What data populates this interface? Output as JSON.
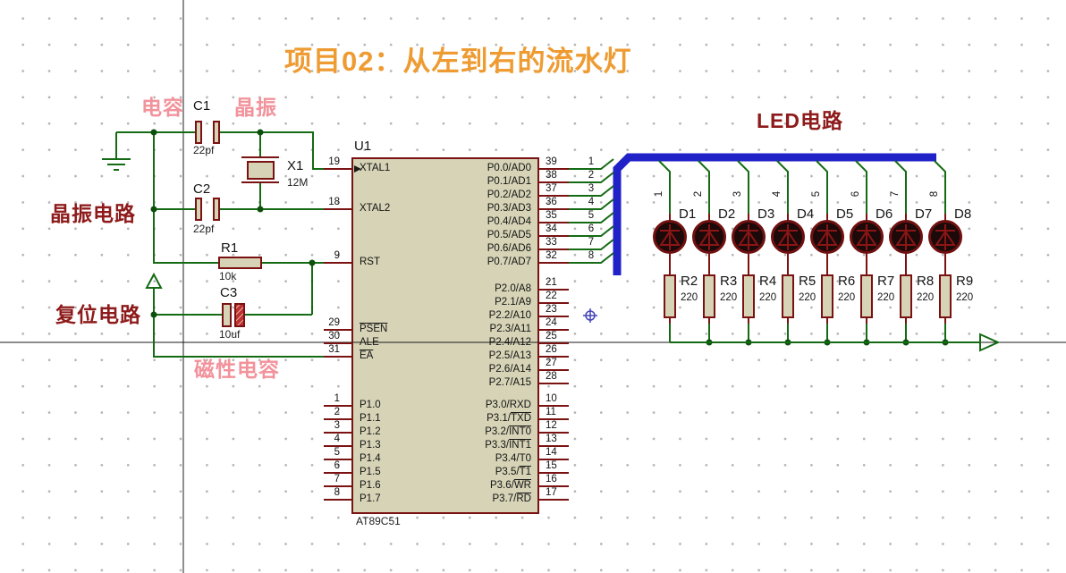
{
  "title": "项目02：从左到右的流水灯",
  "annotations": {
    "capacitor": "电容",
    "crystal": "晶振",
    "crystal_circuit": "晶振电路",
    "reset_circuit": "复位电路",
    "magnetic_capacitor": "磁性电容",
    "led_circuit": "LED电路"
  },
  "ic": {
    "ref": "U1",
    "part": "AT89C51",
    "left_pins": [
      {
        "num": "19",
        "label": "XTAL1",
        "group": "top",
        "row": 0,
        "arrow": true
      },
      {
        "num": "18",
        "label": "XTAL2",
        "group": "top",
        "row": 3
      },
      {
        "num": "9",
        "label": "RST",
        "group": "top",
        "row": 7
      },
      {
        "num": "29",
        "pre": "",
        "over": "PSEN",
        "group": "mid",
        "row": 3
      },
      {
        "num": "30",
        "label": "ALE",
        "group": "mid",
        "row": 4
      },
      {
        "num": "31",
        "pre": "",
        "over": "EA",
        "group": "mid",
        "row": 5
      },
      {
        "num": "1",
        "label": "P1.0",
        "group": "bot",
        "row": 0
      },
      {
        "num": "2",
        "label": "P1.1",
        "group": "bot",
        "row": 1
      },
      {
        "num": "3",
        "label": "P1.2",
        "group": "bot",
        "row": 2
      },
      {
        "num": "4",
        "label": "P1.3",
        "group": "bot",
        "row": 3
      },
      {
        "num": "5",
        "label": "P1.4",
        "group": "bot",
        "row": 4
      },
      {
        "num": "6",
        "label": "P1.5",
        "group": "bot",
        "row": 5
      },
      {
        "num": "7",
        "label": "P1.6",
        "group": "bot",
        "row": 6
      },
      {
        "num": "8",
        "label": "P1.7",
        "group": "bot",
        "row": 7
      }
    ],
    "right_pins": [
      {
        "num": "39",
        "label": "P0.0/AD0",
        "group": "top",
        "row": 0,
        "net": "1"
      },
      {
        "num": "38",
        "label": "P0.1/AD1",
        "group": "top",
        "row": 1,
        "net": "2"
      },
      {
        "num": "37",
        "label": "P0.2/AD2",
        "group": "top",
        "row": 2,
        "net": "3"
      },
      {
        "num": "36",
        "label": "P0.3/AD3",
        "group": "top",
        "row": 3,
        "net": "4"
      },
      {
        "num": "35",
        "label": "P0.4/AD4",
        "group": "top",
        "row": 4,
        "net": "5"
      },
      {
        "num": "34",
        "label": "P0.5/AD5",
        "group": "top",
        "row": 5,
        "net": "6"
      },
      {
        "num": "33",
        "label": "P0.6/AD6",
        "group": "top",
        "row": 6,
        "net": "7"
      },
      {
        "num": "32",
        "label": "P0.7/AD7",
        "group": "top",
        "row": 7,
        "net": "8"
      },
      {
        "num": "21",
        "label": "P2.0/A8",
        "group": "mid",
        "row": 0
      },
      {
        "num": "22",
        "label": "P2.1/A9",
        "group": "mid",
        "row": 1
      },
      {
        "num": "23",
        "label": "P2.2/A10",
        "group": "mid",
        "row": 2
      },
      {
        "num": "24",
        "label": "P2.3/A11",
        "group": "mid",
        "row": 3
      },
      {
        "num": "25",
        "label": "P2.4/A12",
        "group": "mid",
        "row": 4
      },
      {
        "num": "26",
        "label": "P2.5/A13",
        "group": "mid",
        "row": 5
      },
      {
        "num": "27",
        "label": "P2.6/A14",
        "group": "mid",
        "row": 6
      },
      {
        "num": "28",
        "label": "P2.7/A15",
        "group": "mid",
        "row": 7
      },
      {
        "num": "10",
        "label": "P3.0/RXD",
        "group": "bot",
        "row": 0
      },
      {
        "num": "11",
        "pre": "P3.1/",
        "over": "TXD",
        "group": "bot",
        "row": 1
      },
      {
        "num": "12",
        "pre": "P3.2/",
        "over": "INT0",
        "group": "bot",
        "row": 2
      },
      {
        "num": "13",
        "pre": "P3.3/",
        "over": "INT1",
        "group": "bot",
        "row": 3
      },
      {
        "num": "14",
        "label": "P3.4/T0",
        "group": "bot",
        "row": 4
      },
      {
        "num": "15",
        "pre": "P3.5/",
        "over": "T1",
        "group": "bot",
        "row": 5
      },
      {
        "num": "16",
        "pre": "P3.6/",
        "over": "WR",
        "group": "bot",
        "row": 6
      },
      {
        "num": "17",
        "pre": "P3.7/",
        "over": "RD",
        "group": "bot",
        "row": 7
      }
    ]
  },
  "passives": [
    {
      "ref": "C1",
      "value": "22pf"
    },
    {
      "ref": "C2",
      "value": "22pf"
    },
    {
      "ref": "X1",
      "value": "12M"
    },
    {
      "ref": "R1",
      "value": "10k"
    },
    {
      "ref": "C3",
      "value": "10uf"
    }
  ],
  "led_columns": [
    {
      "net": "1",
      "led": "D1",
      "resistor": "R2",
      "resistance": "220"
    },
    {
      "net": "2",
      "led": "D2",
      "resistor": "R3",
      "resistance": "220"
    },
    {
      "net": "3",
      "led": "D3",
      "resistor": "R4",
      "resistance": "220"
    },
    {
      "net": "4",
      "led": "D4",
      "resistor": "R5",
      "resistance": "220"
    },
    {
      "net": "5",
      "led": "D5",
      "resistor": "R6",
      "resistance": "220"
    },
    {
      "net": "6",
      "led": "D6",
      "resistor": "R7",
      "resistance": "220"
    },
    {
      "net": "7",
      "led": "D7",
      "resistor": "R8",
      "resistance": "220"
    },
    {
      "net": "8",
      "led": "D8",
      "resistor": "R9",
      "resistance": "220"
    }
  ],
  "colors": {
    "title": "#ee9b32",
    "pink_label": "#f2929b",
    "dark_red_label": "#8e1b1b",
    "wire": "#146b14",
    "pin": "#7a1212",
    "bus": "#2121c8",
    "component_fill": "#d6d3b6",
    "junction": "#0d4f0d"
  }
}
